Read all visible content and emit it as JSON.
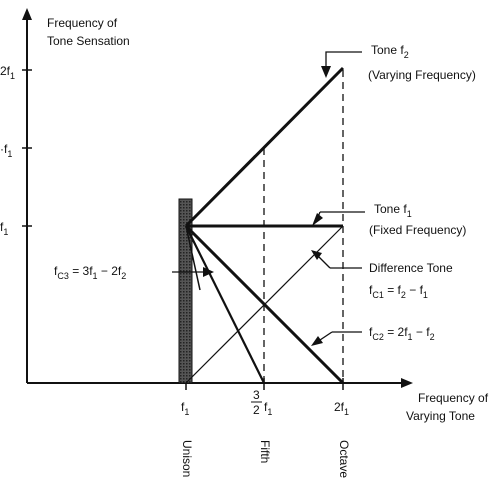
{
  "y_axis_title": [
    "Frequency of",
    "Tone Sensation"
  ],
  "x_axis_title": [
    "Frequency of",
    "Varying Tone"
  ],
  "y_ticks": [
    {
      "prefix": "2f",
      "sub": "1"
    },
    {
      "prefix": "·f",
      "sub": "1"
    },
    {
      "prefix": "f",
      "sub": "1"
    }
  ],
  "x_ticks": [
    {
      "main": "f",
      "sub": "1"
    },
    {
      "num": "3",
      "den": "2",
      "main": "f",
      "sub": "1"
    },
    {
      "main": "2f",
      "sub": "1"
    }
  ],
  "interval_names": [
    "Unison",
    "Fifth",
    "Octave"
  ],
  "labels": {
    "tone_f2": {
      "line1_main": "Tone f",
      "line1_sub": "2",
      "line2": "(Varying Frequency)"
    },
    "tone_f1": {
      "line1_main": "Tone f",
      "line1_sub": "1",
      "line2": "(Fixed Frequency)"
    },
    "difference_tone": {
      "line1": "Difference Tone",
      "eq_main": "f",
      "eq_sub": "C1",
      "eq_rest_a": " = f",
      "eq_sub2": "2",
      "eq_rest_b": " − f",
      "eq_sub3": "1"
    },
    "fc2": {
      "main": "f",
      "sub": "C2",
      "rest_a": " = 2f",
      "sub2": "1",
      "rest_b": " − f",
      "sub3": "2"
    },
    "fc3": {
      "main": "f",
      "sub": "C3",
      "rest_a": " = 3f",
      "sub2": "1",
      "rest_b": " − 2f",
      "sub3": "2"
    }
  }
}
